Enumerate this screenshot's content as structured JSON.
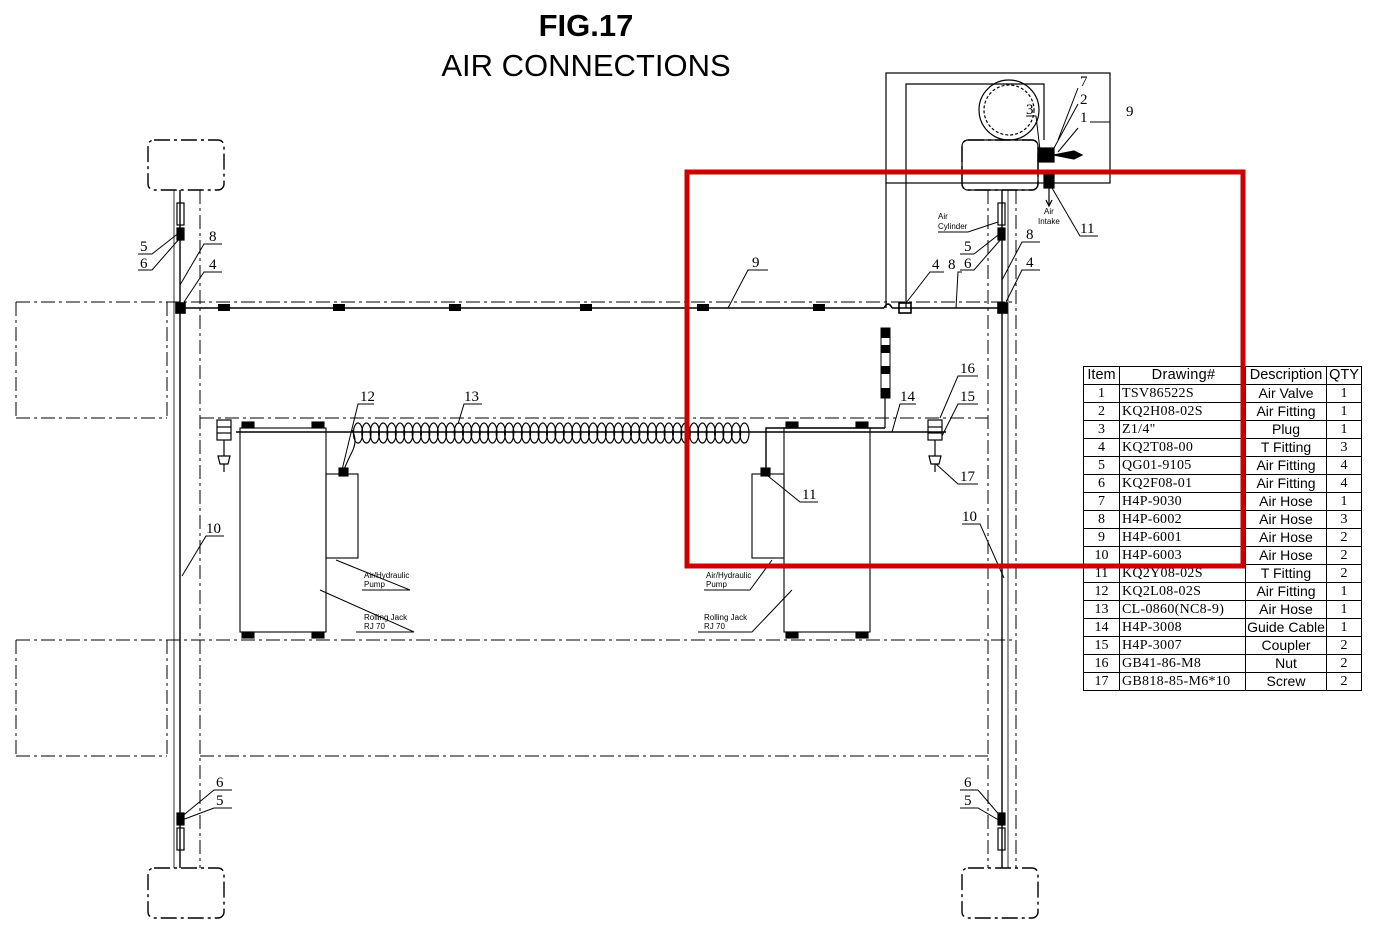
{
  "title": "FIG.17",
  "subtitle": "AIR CONNECTIONS",
  "table": {
    "headers": {
      "item": "Item",
      "drawing": "Drawing#",
      "description": "Description",
      "qty": "QTY"
    },
    "rows": [
      {
        "item": "1",
        "drawing": "TSV86522S",
        "description": "Air Valve",
        "qty": "1"
      },
      {
        "item": "2",
        "drawing": "KQ2H08-02S",
        "description": "Air Fitting",
        "qty": "1"
      },
      {
        "item": "3",
        "drawing": "Z1/4\"",
        "description": "Plug",
        "qty": "1"
      },
      {
        "item": "4",
        "drawing": "KQ2T08-00",
        "description": "T Fitting",
        "qty": "3"
      },
      {
        "item": "5",
        "drawing": "QG01-9105",
        "description": "Air Fitting",
        "qty": "4"
      },
      {
        "item": "6",
        "drawing": "KQ2F08-01",
        "description": "Air Fitting",
        "qty": "4"
      },
      {
        "item": "7",
        "drawing": "H4P-9030",
        "description": "Air Hose",
        "qty": "1"
      },
      {
        "item": "8",
        "drawing": "H4P-6002",
        "description": "Air Hose",
        "qty": "3"
      },
      {
        "item": "9",
        "drawing": "H4P-6001",
        "description": "Air Hose",
        "qty": "2"
      },
      {
        "item": "10",
        "drawing": "H4P-6003",
        "description": "Air Hose",
        "qty": "2"
      },
      {
        "item": "11",
        "drawing": "KQ2Y08-02S",
        "description": "T Fitting",
        "qty": "2"
      },
      {
        "item": "12",
        "drawing": "KQ2L08-02S",
        "description": "Air Fitting",
        "qty": "1"
      },
      {
        "item": "13",
        "drawing": "CL-0860(NC8-9)",
        "description": "Air Hose",
        "qty": "1"
      },
      {
        "item": "14",
        "drawing": "H4P-3008",
        "description": "Guide Cable",
        "qty": "1"
      },
      {
        "item": "15",
        "drawing": "H4P-3007",
        "description": "Coupler",
        "qty": "2"
      },
      {
        "item": "16",
        "drawing": "GB41-86-M8",
        "description": "Nut",
        "qty": "2"
      },
      {
        "item": "17",
        "drawing": "GB818-85-M6*10",
        "description": "Screw",
        "qty": "2"
      }
    ]
  },
  "labels": {
    "air_cylinder": [
      "Air",
      "Cylinder"
    ],
    "air_intake": [
      "Air",
      "Intake"
    ],
    "pump": [
      "Air/Hydraulic",
      "Pump"
    ],
    "jack": [
      "Rolling Jack",
      "RJ 70"
    ]
  },
  "callouts": {
    "left_top": [
      "5",
      "6",
      "8",
      "4"
    ],
    "right_top": [
      "5",
      "6",
      "8",
      "4",
      "8"
    ],
    "valve": [
      "7",
      "2",
      "1",
      "3",
      "9",
      "11"
    ],
    "hoses": [
      "9",
      "12",
      "13",
      "14",
      "16",
      "15",
      "17",
      "11",
      "10",
      "10"
    ],
    "bottom": [
      "6",
      "5",
      "6",
      "5"
    ]
  },
  "colors": {
    "highlight": "#cc0000",
    "line": "#000000"
  }
}
